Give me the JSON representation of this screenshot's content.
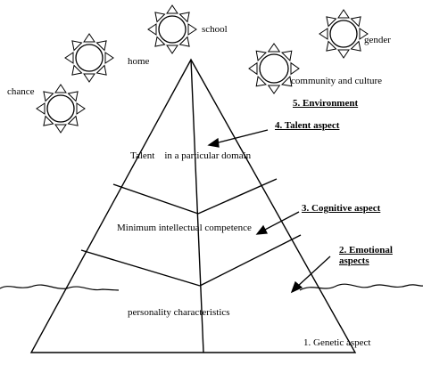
{
  "influences": [
    {
      "id": "chance",
      "label": "chance"
    },
    {
      "id": "home",
      "label": "home"
    },
    {
      "id": "school",
      "label": "school"
    },
    {
      "id": "community",
      "label": "community and culture"
    },
    {
      "id": "gender",
      "label": "gender"
    }
  ],
  "aspects": {
    "environment": "5. Environment",
    "talent": "4. Talent aspect",
    "cognitive": "3. Cognitive aspect",
    "emotional_line1": "2. Emotional",
    "emotional_line2": "aspects",
    "genetic": "1. Genetic aspect"
  },
  "pyramid_levels": {
    "top": "Talent    in a particular domain",
    "middle": "Minimum intellectual competence",
    "bottom": "personality characteristics"
  },
  "colors": {
    "ink": "#000000",
    "background": "#ffffff"
  }
}
